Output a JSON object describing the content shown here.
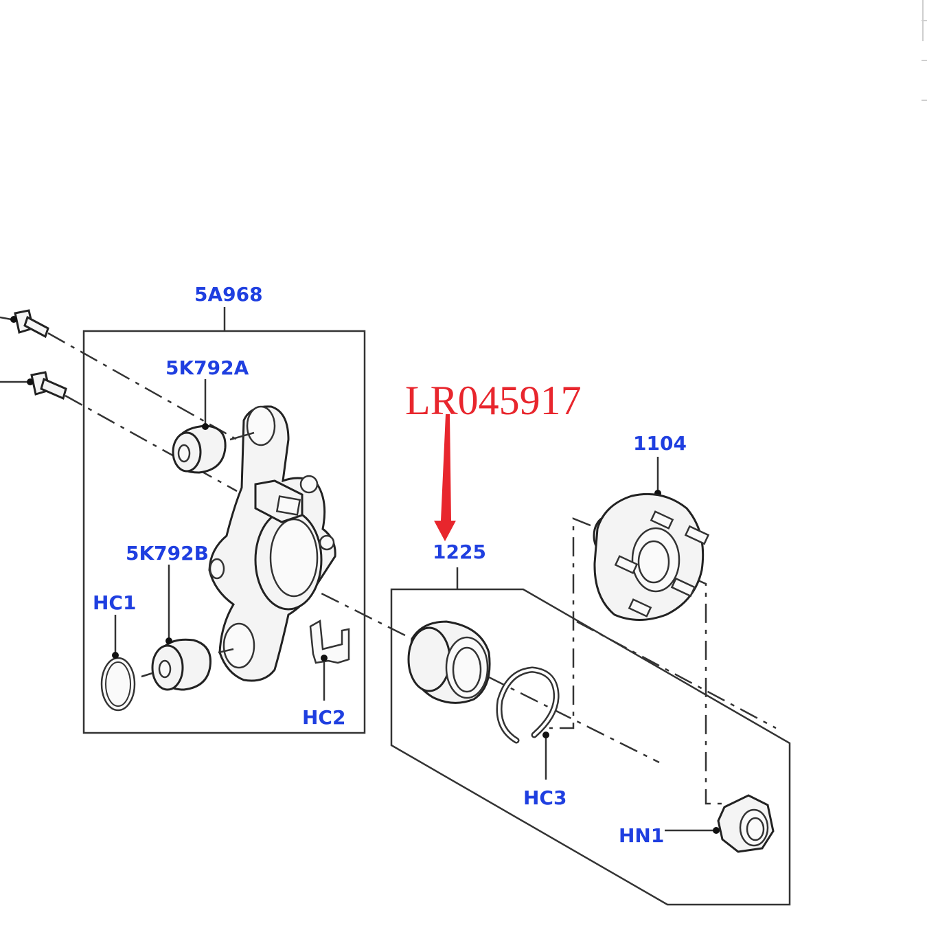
{
  "highlight_part_number": "LR045917",
  "callouts": {
    "c_5A968": "5A968",
    "c_5K792A": "5K792A",
    "c_5K792B": "5K792B",
    "c_HC1": "HC1",
    "c_HC2": "HC2",
    "c_1225": "1225",
    "c_1104": "1104",
    "c_HC3": "HC3",
    "c_HN1": "HN1"
  },
  "colors": {
    "callout_text": "#1f3fe0",
    "highlight_text": "#e8262d",
    "line_art": "#222222"
  }
}
